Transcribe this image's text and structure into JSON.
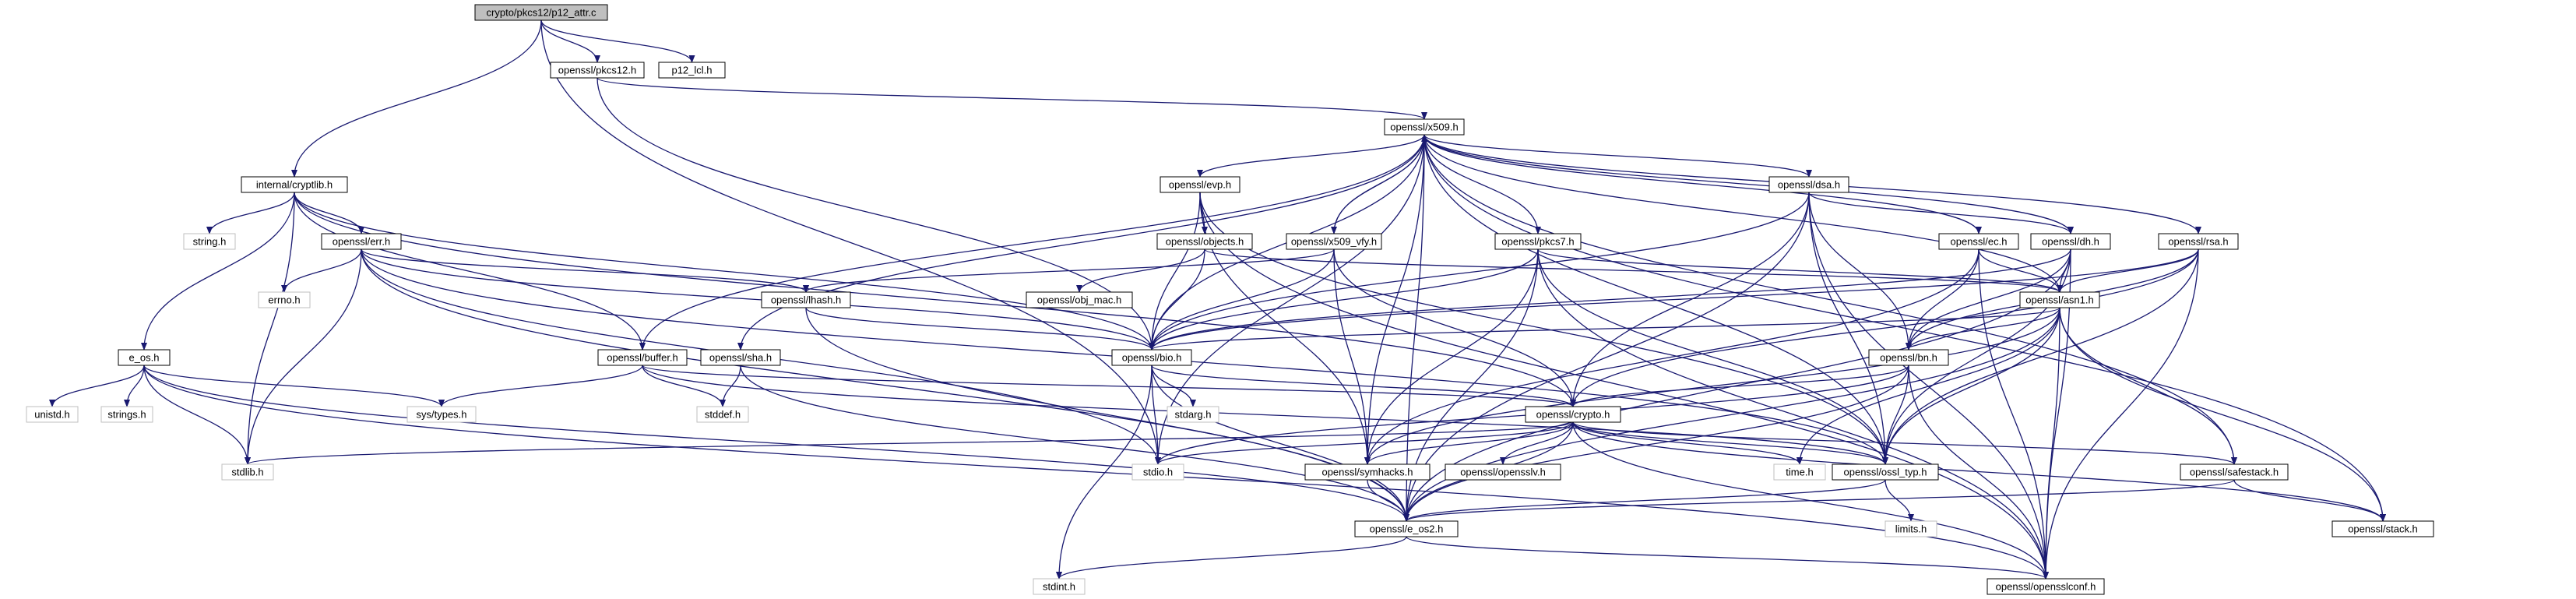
{
  "diagram": {
    "title": "",
    "colors": {
      "edge": "#191970",
      "root_fill": "#bfbfbf",
      "node_border": "#000000",
      "system_border": "#bfbfbf"
    },
    "nodes": {
      "root": "crypto/pkcs12/p12_attr.c",
      "pkcs12": "openssl/pkcs12.h",
      "p12_lcl": "p12_lcl.h",
      "x509": "openssl/x509.h",
      "cryptlib": "internal/cryptlib.h",
      "evp": "openssl/evp.h",
      "dsa": "openssl/dsa.h",
      "string": "string.h",
      "err": "openssl/err.h",
      "objects": "openssl/objects.h",
      "x509_vfy": "openssl/x509_vfy.h",
      "pkcs7": "openssl/pkcs7.h",
      "ec": "openssl/ec.h",
      "dh": "openssl/dh.h",
      "rsa": "openssl/rsa.h",
      "errno": "errno.h",
      "lhash": "openssl/lhash.h",
      "obj_mac": "openssl/obj_mac.h",
      "asn1": "openssl/asn1.h",
      "e_os": "e_os.h",
      "buffer": "openssl/buffer.h",
      "sha": "openssl/sha.h",
      "bio": "openssl/bio.h",
      "bn": "openssl/bn.h",
      "unistd": "unistd.h",
      "strings": "strings.h",
      "systypes": "sys/types.h",
      "stddef": "stddef.h",
      "stdarg": "stdarg.h",
      "crypto": "openssl/crypto.h",
      "stdlib": "stdlib.h",
      "stdio": "stdio.h",
      "symhacks": "openssl/symhacks.h",
      "opensslv": "openssl/opensslv.h",
      "time": "time.h",
      "ossl_typ": "openssl/ossl_typ.h",
      "safestack": "openssl/safestack.h",
      "limits": "limits.h",
      "e_os2": "openssl/e_os2.h",
      "stack": "openssl/stack.h",
      "stdint": "stdint.h",
      "opensslconf": "openssl/opensslconf.h"
    }
  }
}
